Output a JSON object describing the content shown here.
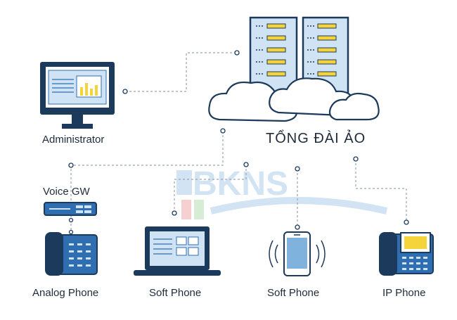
{
  "diagram": {
    "title": "TỔNG ĐÀI ẢO",
    "watermark": "BKNS",
    "nodes": {
      "administrator": "Administrator",
      "voice_gw": "Voice GW",
      "analog_phone": "Analog Phone",
      "soft_phone_laptop": "Soft Phone",
      "soft_phone_mobile": "Soft Phone",
      "ip_phone": "IP Phone"
    },
    "icons": [
      "server-icon",
      "cloud-icon",
      "monitor-icon",
      "gateway-icon",
      "desk-phone-icon",
      "laptop-icon",
      "smartphone-icon",
      "ip-phone-icon"
    ]
  },
  "colors": {
    "navy": "#1c3a5c",
    "blue": "#2f6fb1",
    "light_blue": "#cfe3f4",
    "screen_blue": "#7fb2dd",
    "yellow": "#f5d33a",
    "connector": "#9aa3ad"
  }
}
